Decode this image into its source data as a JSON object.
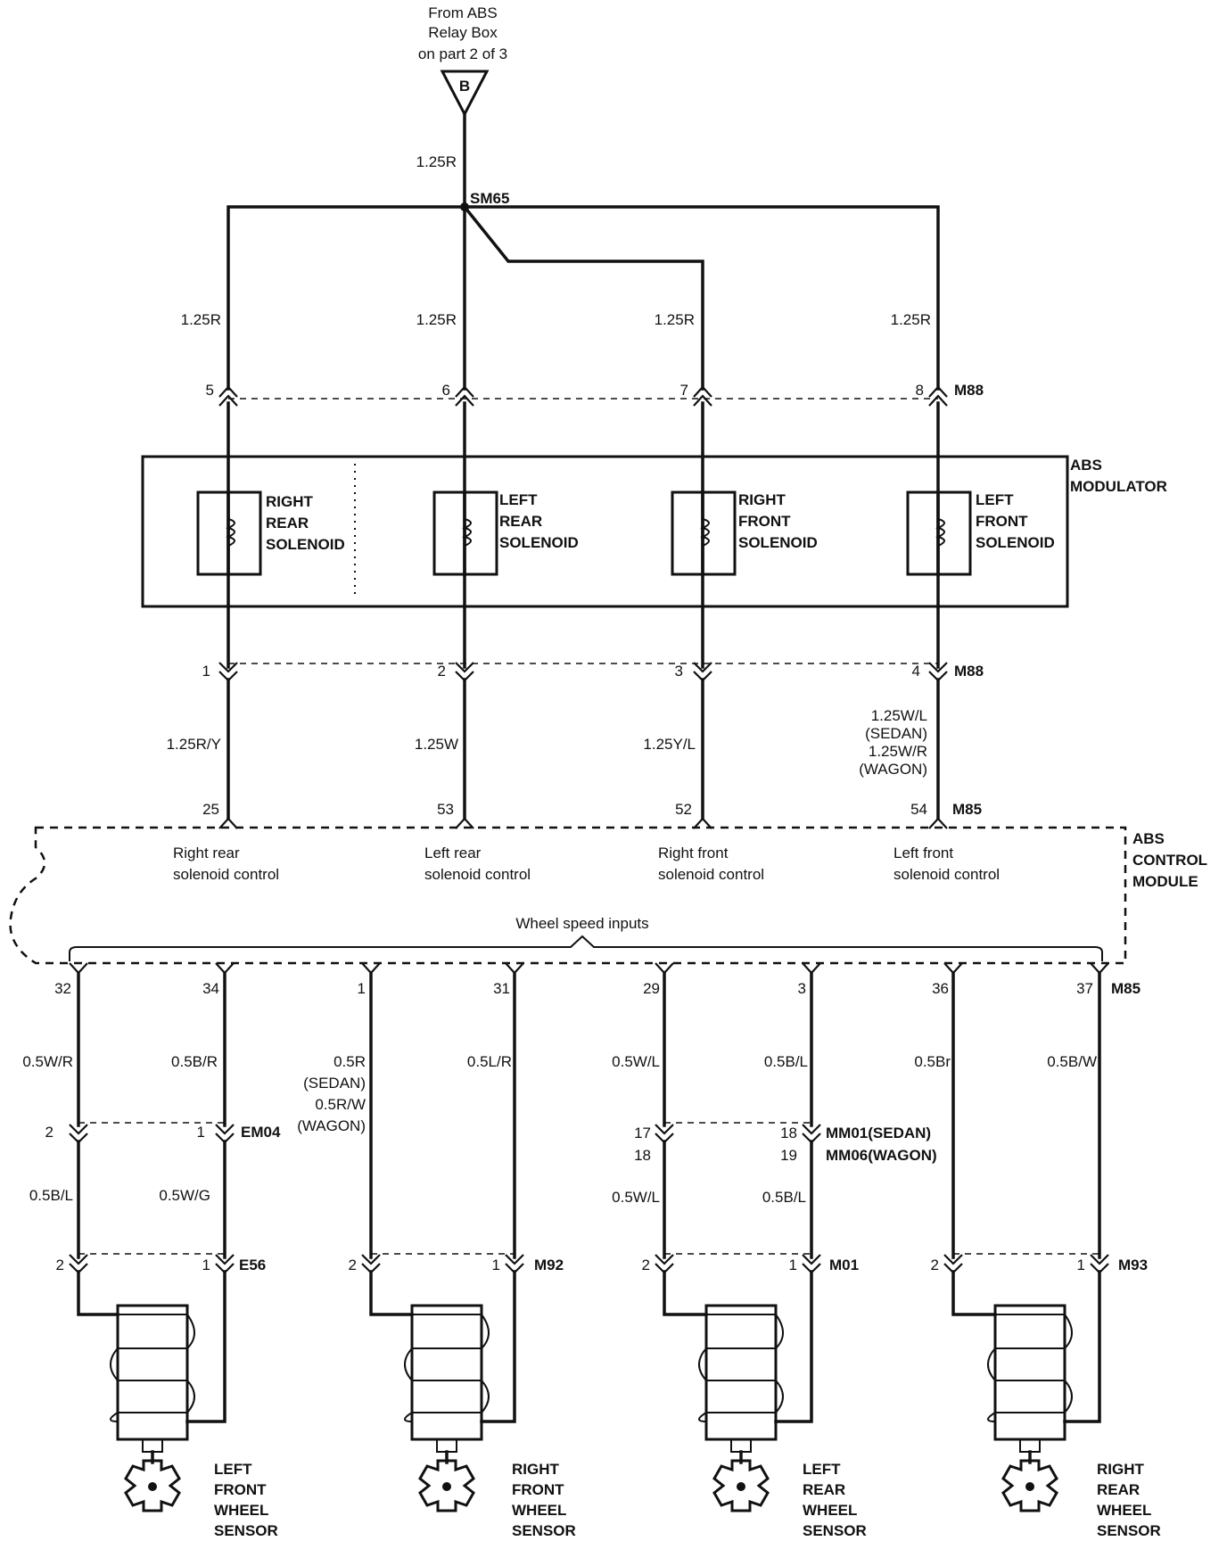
{
  "header": {
    "source_line1": "From ABS",
    "source_line2": "Relay Box",
    "source_line3": "on part 2 of 3",
    "connector_letter": "B",
    "feed_wire": "1.25R",
    "splice": "SM65"
  },
  "branch_wires": [
    "1.25R",
    "1.25R",
    "1.25R",
    "1.25R"
  ],
  "m88_top": {
    "pins": [
      "5",
      "6",
      "7",
      "8"
    ],
    "connector": "M88"
  },
  "modulator": {
    "label_line1": "ABS",
    "label_line2": "MODULATOR",
    "solenoids": [
      {
        "line1": "RIGHT",
        "line2": "REAR",
        "line3": "SOLENOID"
      },
      {
        "line1": "LEFT",
        "line2": "REAR",
        "line3": "SOLENOID"
      },
      {
        "line1": "RIGHT",
        "line2": "FRONT",
        "line3": "SOLENOID"
      },
      {
        "line1": "LEFT",
        "line2": "FRONT",
        "line3": "SOLENOID"
      }
    ]
  },
  "m88_bottom": {
    "pins": [
      "1",
      "2",
      "3",
      "4"
    ],
    "connector": "M88"
  },
  "solenoid_wires": [
    "1.25R/Y",
    "1.25W",
    "1.25Y/L"
  ],
  "solenoid_wire_4": {
    "line1": "1.25W/L",
    "line2": "(SEDAN)",
    "line3": "1.25W/R",
    "line4": "(WAGON)"
  },
  "m85_top": {
    "pins": [
      "25",
      "53",
      "52",
      "54"
    ],
    "connector": "M85"
  },
  "control_module": {
    "label_line1": "ABS",
    "label_line2": "CONTROL",
    "label_line3": "MODULE",
    "controls": [
      {
        "line1": "Right rear",
        "line2": "solenoid control"
      },
      {
        "line1": "Left rear",
        "line2": "solenoid control"
      },
      {
        "line1": "Right front",
        "line2": "solenoid control"
      },
      {
        "line1": "Left front",
        "line2": "solenoid control"
      }
    ],
    "wheel_speed_inputs": "Wheel speed inputs"
  },
  "m85_bottom": {
    "pins": [
      "32",
      "34",
      "1",
      "31",
      "29",
      "3",
      "36",
      "37"
    ],
    "connector": "M85"
  },
  "sensor_wires_upper": [
    "0.5W/R",
    "0.5B/R",
    "0.5L/R",
    "0.5W/L",
    "0.5B/L",
    "0.5Br",
    "0.5B/W"
  ],
  "sensor_wire_3": {
    "line1": "0.5R",
    "line2": "(SEDAN)",
    "line3": "0.5R/W",
    "line4": "(WAGON)"
  },
  "em04": {
    "pins": [
      "2",
      "1"
    ],
    "connector": "EM04"
  },
  "mm01": {
    "pins_sedan": [
      "17",
      "18"
    ],
    "pins_wagon": [
      "18",
      "19"
    ],
    "connector_sedan": "MM01(SEDAN)",
    "connector_wagon": "MM06(WAGON)"
  },
  "sensor_wires_lower": [
    "0.5B/L",
    "0.5W/G",
    "0.5W/L",
    "0.5B/L"
  ],
  "sensor_connectors": [
    {
      "pins": [
        "2",
        "1"
      ],
      "connector": "E56"
    },
    {
      "pins": [
        "2",
        "1"
      ],
      "connector": "M92"
    },
    {
      "pins": [
        "2",
        "1"
      ],
      "connector": "M01"
    },
    {
      "pins": [
        "2",
        "1"
      ],
      "connector": "M93"
    }
  ],
  "sensors": [
    {
      "line1": "LEFT",
      "line2": "FRONT",
      "line3": "WHEEL",
      "line4": "SENSOR"
    },
    {
      "line1": "RIGHT",
      "line2": "FRONT",
      "line3": "WHEEL",
      "line4": "SENSOR"
    },
    {
      "line1": "LEFT",
      "line2": "REAR",
      "line3": "WHEEL",
      "line4": "SENSOR"
    },
    {
      "line1": "RIGHT",
      "line2": "REAR",
      "line3": "WHEEL",
      "line4": "SENSOR"
    }
  ]
}
